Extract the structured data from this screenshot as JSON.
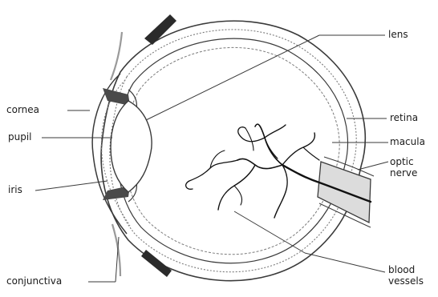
{
  "labels": {
    "lens": "lens",
    "cornea": "cornea",
    "pupil": "pupil",
    "iris": "iris",
    "retina": "retina",
    "macula": "macula",
    "optic_nerve_1": "optic",
    "optic_nerve_2": "nerve",
    "conjunctiva": "conjunctiva",
    "blood_vessels_1": "blood",
    "blood_vessels_2": "vessels"
  },
  "colors": {
    "stroke": "#3a3a3a",
    "light_stroke": "#7a7a7a",
    "muscle": "#2b2b2b",
    "nerve_fill": "#dcdcdc",
    "vessel": "#111111"
  }
}
